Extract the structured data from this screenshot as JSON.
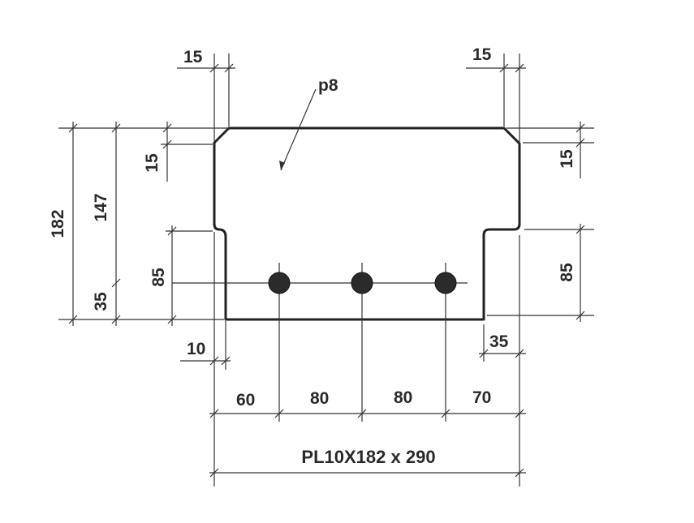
{
  "drawing": {
    "plate_label": "PL10X182 x 290",
    "plate_mark": "p8",
    "dims": {
      "top_left_chamfer": "15",
      "top_right_chamfer": "15",
      "left_chamfer_height": "15",
      "right_chamfer_height": "15",
      "overall_height": "182",
      "upper_height": "147",
      "lower_left_height": "35",
      "left_notch_height": "85",
      "right_notch_height": "85",
      "left_offset": "10",
      "right_notch_width": "35",
      "spacing_1": "60",
      "spacing_2": "80",
      "spacing_3": "80",
      "spacing_4": "70"
    },
    "bolt_count": 3
  }
}
